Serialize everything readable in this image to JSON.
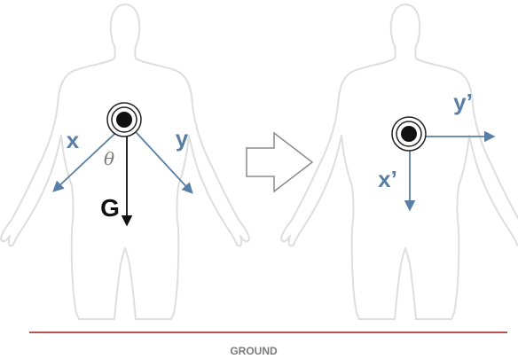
{
  "left_figure": {
    "axis_x_label": "x",
    "axis_y_label": "y",
    "angle_label": "θ",
    "gravity_label": "G"
  },
  "right_figure": {
    "axis_x_label": "x’",
    "axis_y_label": "y’"
  },
  "ground_label": "GROUND",
  "colors": {
    "axis_blue": "#5a7fa6",
    "body_outline": "#dedede",
    "ground_line": "#a01818",
    "arrow_outline": "#8a8a8a",
    "text_gray": "#7a7a7a"
  },
  "icons": {
    "sensor": "target-icon",
    "transform": "right-arrow-icon"
  }
}
